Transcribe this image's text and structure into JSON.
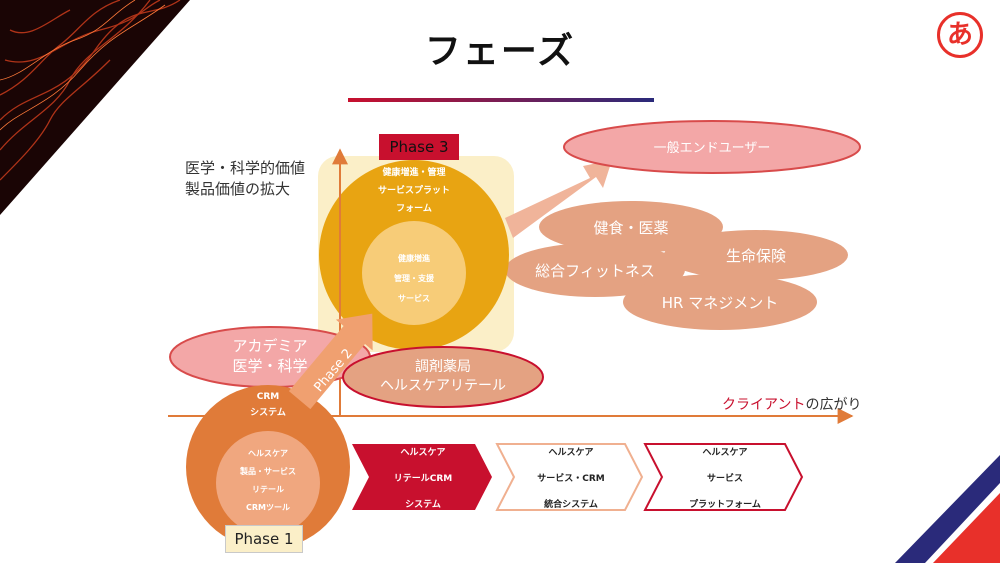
{
  "title": "フェーズ",
  "vertical_axis_label_lines": [
    "医学・科学的価値",
    "製品価値の拡大"
  ],
  "horizontal_axis_label": {
    "prefix": "クライアント",
    "suffix": "の広がり"
  },
  "phases": {
    "phase1": "Phase 1",
    "phase2": "Phase 2",
    "phase3": "Phase 3"
  },
  "phase1_circle": {
    "outer_lines": [
      "CRM",
      "システム"
    ],
    "inner_lines": [
      "ヘルスケア",
      "製品・サービス",
      "リテール",
      "CRMツール"
    ]
  },
  "phase3_circle": {
    "outer_lines": [
      "健康増進・管理",
      "サービスプラット",
      "フォーム"
    ],
    "inner_lines": [
      "健康増進",
      "管理・支援",
      "サービス"
    ]
  },
  "ellipses": {
    "academia_lines": [
      "アカデミア",
      "医学・科学"
    ],
    "pharmacy_lines": [
      "調剤薬局",
      "ヘルスケアリテール"
    ],
    "general_users": "一般エンドユーザー",
    "health_food": "健食・医薬",
    "fitness": "総合フィットネス",
    "life_insurance": "生命保険",
    "hr": "HR マネジメント"
  },
  "chevrons": [
    {
      "lines": [
        "ヘルスケア",
        "リテールCRM",
        "システム"
      ],
      "style": "filled"
    },
    {
      "lines": [
        "ヘルスケア",
        "サービス・CRM",
        "統合システム"
      ],
      "style": "outlined-orange"
    },
    {
      "lines": [
        "ヘルスケア",
        "サービス",
        "プラットフォーム"
      ],
      "style": "outlined-red"
    }
  ],
  "logo_glyph": "あ",
  "colors": {
    "accent_red": "#c8102e",
    "navy": "#2a2a7a",
    "phase1_orange": "#e07b39",
    "phase3_gold": "#e8a412",
    "ellipse_salmon": "#e4a282",
    "ellipse_red": "#e87a7a"
  }
}
